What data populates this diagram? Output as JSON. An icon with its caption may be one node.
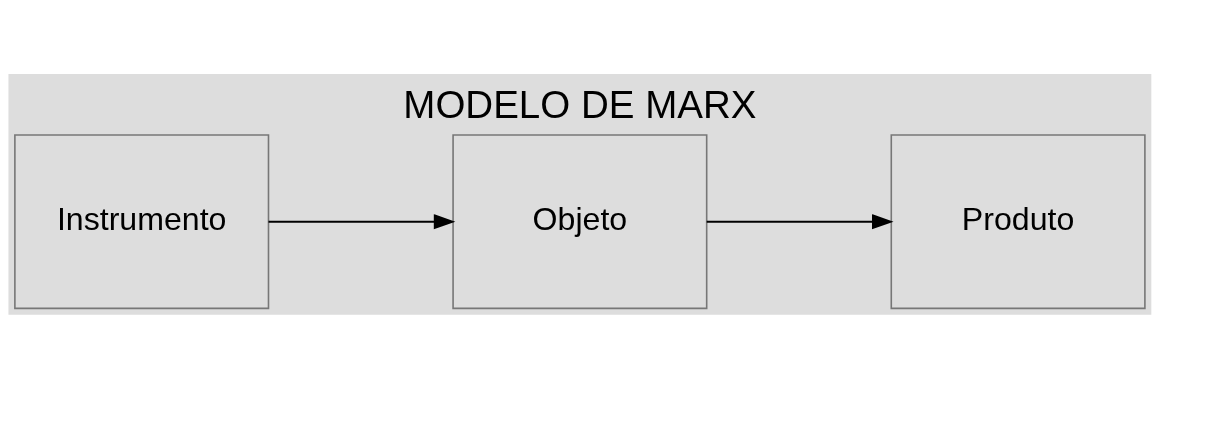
{
  "diagram": {
    "title": "MODELO DE MARX",
    "nodes": [
      {
        "text": [
          "Instrumento"
        ]
      },
      {
        "text": [
          "Objeto"
        ]
      },
      {
        "text": [
          "Produto"
        ]
      }
    ],
    "edges": [
      {
        "from": 0,
        "to": 1,
        "arrow": "to"
      },
      {
        "from": 1,
        "to": 2,
        "arrow": "to"
      }
    ]
  }
}
